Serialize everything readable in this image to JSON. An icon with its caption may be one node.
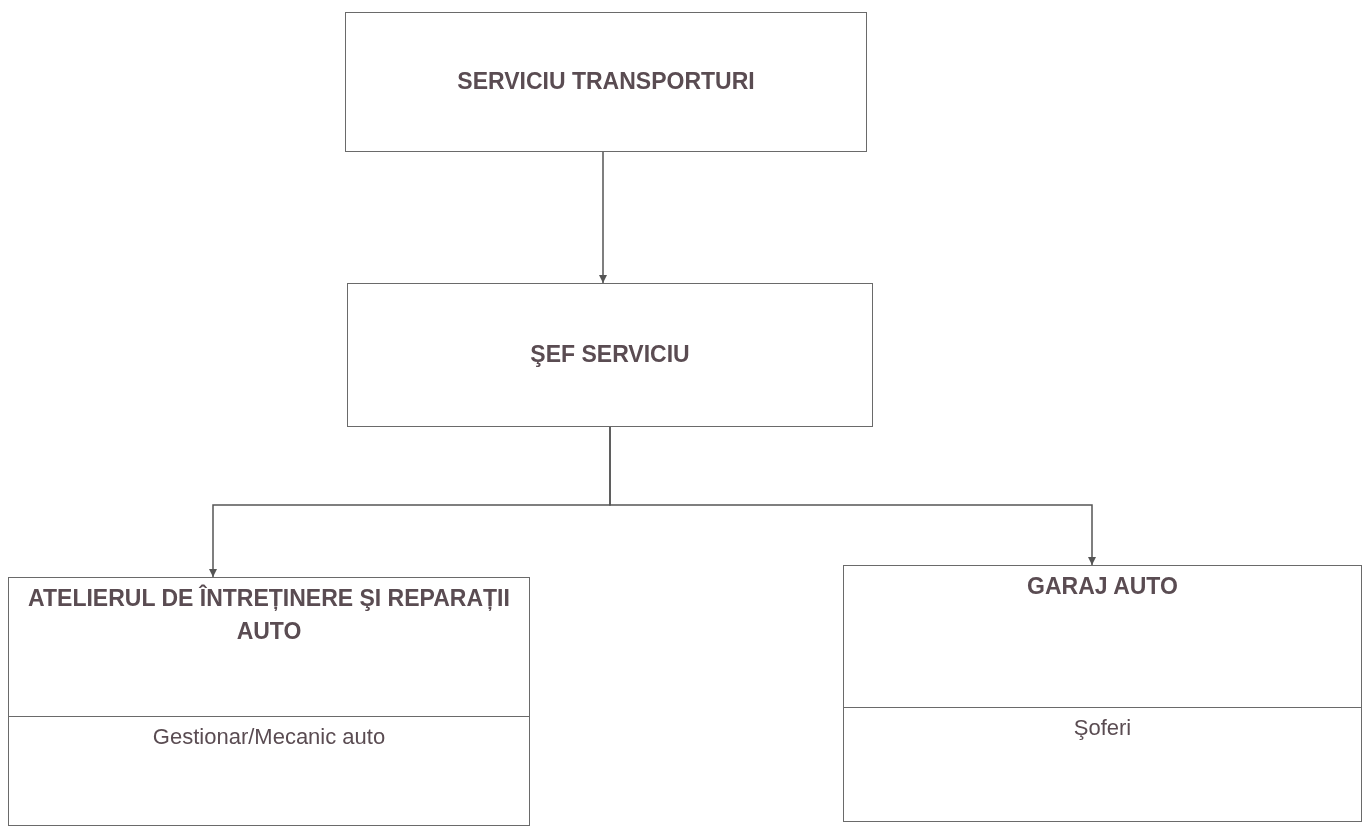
{
  "diagram": {
    "nodes": [
      {
        "text": [
          "SERVICIU TRANSPORTURI"
        ]
      },
      {
        "text": [
          "ŞEF SERVICIU"
        ]
      },
      {
        "text": [
          "ATELIERUL DE ÎNTREȚINERE ŞI REPARAȚII AUTO",
          "Gestionar/Mecanic auto"
        ]
      },
      {
        "text": [
          "GARAJ AUTO",
          "Şoferi"
        ]
      }
    ],
    "edges": [
      {
        "from": 0,
        "to": 1,
        "arrow": "to"
      },
      {
        "from": 1,
        "to": 2,
        "arrow": "to"
      },
      {
        "from": 1,
        "to": 3,
        "arrow": "to"
      }
    ]
  }
}
